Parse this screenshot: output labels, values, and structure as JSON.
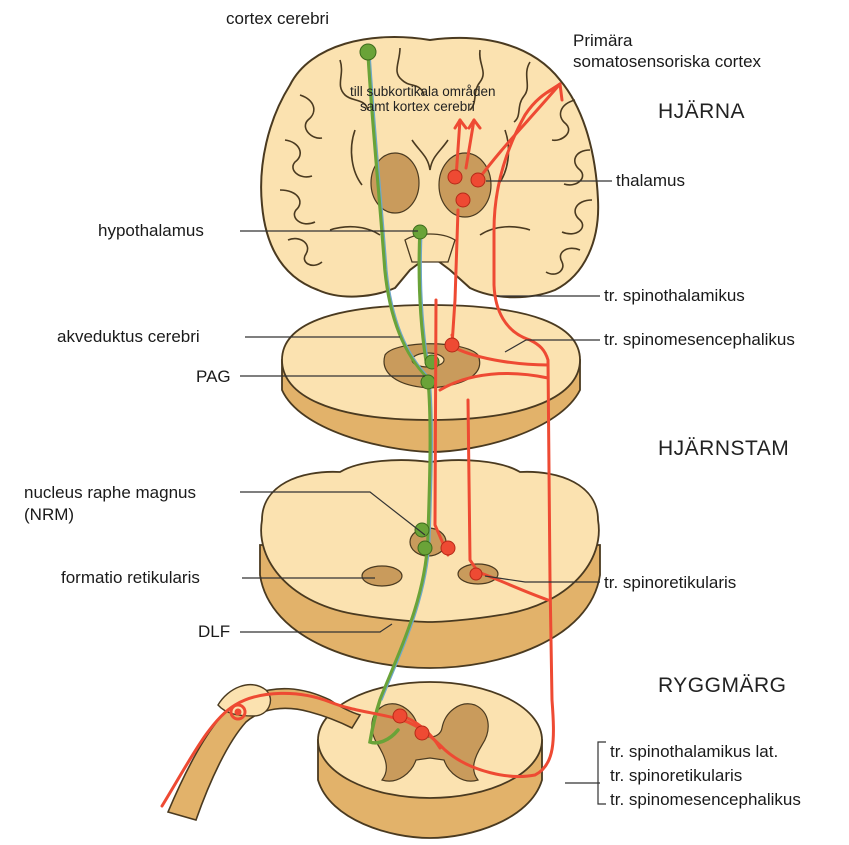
{
  "sections": {
    "brain": "HJÄRNA",
    "brainstem": "HJÄRNSTAM",
    "spinal_cord": "RYGGMÄRG"
  },
  "labels": {
    "cortex_cerebri": "cortex cerebri",
    "primary_cortex_line1": "Primära",
    "primary_cortex_line2": "somatosensoriska cortex",
    "subcortical_line1": "till subkortikala områden",
    "subcortical_line2": "samt kortex cerebri",
    "thalamus": "thalamus",
    "hypothalamus": "hypothalamus",
    "tr_spinothalamikus": "tr. spinothalamikus",
    "akveduktus": "akveduktus cerebri",
    "tr_spinomesencephalikus": "tr. spinomesencephalikus",
    "pag": "PAG",
    "nrm_line1": "nucleus raphe magnus",
    "nrm_line2": "(NRM)",
    "formatio": "formatio retikularis",
    "tr_spinoretikularis": "tr. spinoretikularis",
    "dlf": "DLF",
    "tract_lat": "tr. spinothalamikus lat.",
    "tract_ret": "tr. spinoretikularis",
    "tract_mes": "tr. spinomesencephalikus"
  },
  "colors": {
    "tissue": "#fbe2b0",
    "tissue_side": "#e2b26a",
    "outline": "#4a3a20",
    "nucleus": "#c99b5c",
    "red_pathway": "#ee4a33",
    "green_pathway": "#6aa338",
    "blue_edge": "#6fa8c8"
  }
}
